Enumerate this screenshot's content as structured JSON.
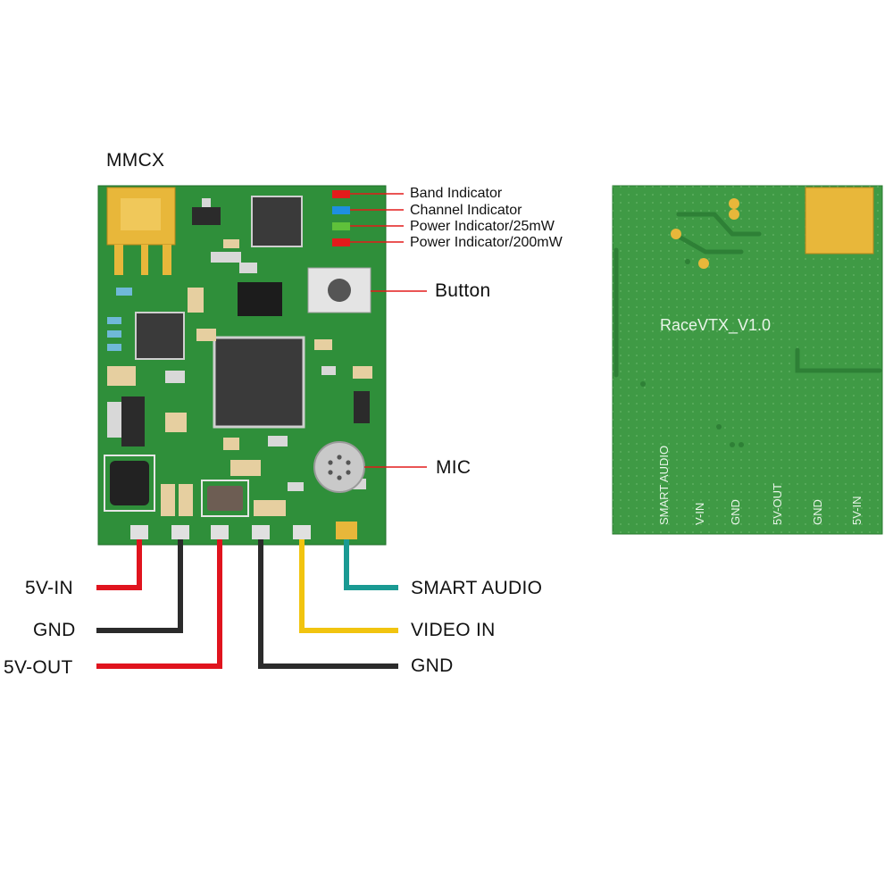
{
  "top_label": "MMCX",
  "indicators": {
    "band": "Band Indicator",
    "channel": "Channel Indicator",
    "power_25": "Power Indicator/25mW",
    "power_200": "Power Indicator/200mW"
  },
  "callouts": {
    "button": "Button",
    "mic": "MIC"
  },
  "wires_left": {
    "v_in": "5V-IN",
    "gnd": "GND",
    "v_out": "5V-OUT"
  },
  "wires_right": {
    "smart_audio": "SMART AUDIO",
    "video_in": "VIDEO IN",
    "gnd": "GND"
  },
  "back_board": {
    "model": "RaceVTX_V1.0",
    "pads": [
      "SMART AUDIO",
      "V-IN",
      "GND",
      "5V-OUT",
      "GND",
      "5V-IN"
    ]
  },
  "colors": {
    "pcb": "#2f8f3a",
    "pcb_back": "#3f9a45",
    "wire_red": "#e0141e",
    "wire_black": "#2b2b2b",
    "wire_yellow": "#f1c40f",
    "wire_teal": "#1a9a93",
    "led_red": "#e31b1b",
    "led_blue": "#1e8fe0",
    "led_green": "#5fc13a",
    "gold": "#e8b73a"
  }
}
